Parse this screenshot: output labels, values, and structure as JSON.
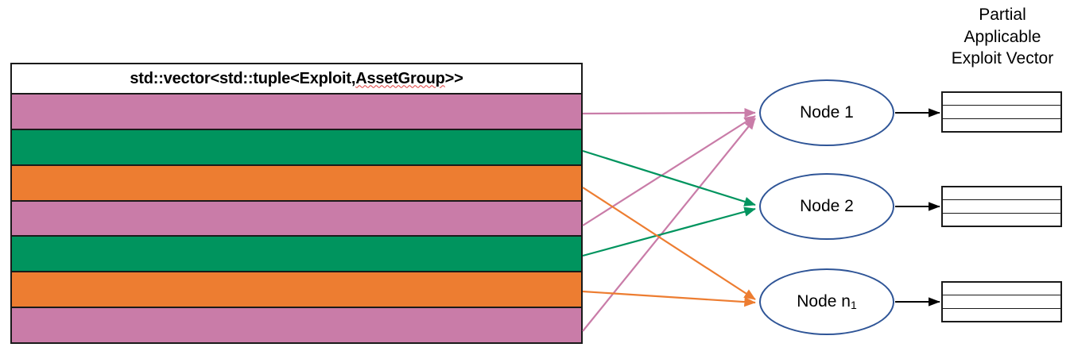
{
  "diagram": {
    "title_left": "std::vector<std::tuple<Exploit, AssetGroup>>",
    "title_left_plain": "std::vector<std::tuple<Exploit, ",
    "title_left_misspelled": "AssetGroup",
    "title_left_tail": ">>",
    "right_label_line1": "Partial",
    "right_label_line2": "Applicable",
    "right_label_line3": "Exploit Vector"
  },
  "colors": {
    "pink": "#c97ca8",
    "green": "#00945e",
    "orange": "#ed7d31",
    "node_outline": "#2f5597",
    "box_outline": "#1a1a1a",
    "spellcheck": "#e03b3b",
    "arrow_black": "#000000"
  },
  "vector_table": {
    "rows": [
      {
        "index": 1,
        "color_name": "pink",
        "color": "#c97ca8",
        "target": "Node 1"
      },
      {
        "index": 2,
        "color_name": "green",
        "color": "#00945e",
        "target": "Node 2"
      },
      {
        "index": 3,
        "color_name": "orange",
        "color": "#ed7d31",
        "target": "Node n1"
      },
      {
        "index": 4,
        "color_name": "pink",
        "color": "#c97ca8",
        "target": "Node 1"
      },
      {
        "index": 5,
        "color_name": "green",
        "color": "#00945e",
        "target": "Node 2"
      },
      {
        "index": 6,
        "color_name": "orange",
        "color": "#ed7d31",
        "target": "Node n1"
      },
      {
        "index": 7,
        "color_name": "pink",
        "color": "#c97ca8",
        "target": "Node 1"
      }
    ]
  },
  "nodes": [
    {
      "id": "node-1",
      "label": "Node 1",
      "subscript": ""
    },
    {
      "id": "node-2",
      "label": "Node 2",
      "subscript": ""
    },
    {
      "id": "node-n1",
      "label": "Node n",
      "subscript": "1"
    }
  ],
  "output_vectors": [
    {
      "id": "out-vec-1",
      "cells": 3
    },
    {
      "id": "out-vec-2",
      "cells": 3
    },
    {
      "id": "out-vec-3",
      "cells": 3
    }
  ],
  "edges": [
    {
      "from_row": 1,
      "to_node": "node-1",
      "color": "#c97ca8"
    },
    {
      "from_row": 4,
      "to_node": "node-1",
      "color": "#c97ca8"
    },
    {
      "from_row": 7,
      "to_node": "node-1",
      "color": "#c97ca8"
    },
    {
      "from_row": 2,
      "to_node": "node-2",
      "color": "#00945e"
    },
    {
      "from_row": 5,
      "to_node": "node-2",
      "color": "#00945e"
    },
    {
      "from_row": 3,
      "to_node": "node-n1",
      "color": "#ed7d31"
    },
    {
      "from_row": 6,
      "to_node": "node-n1",
      "color": "#ed7d31"
    }
  ]
}
